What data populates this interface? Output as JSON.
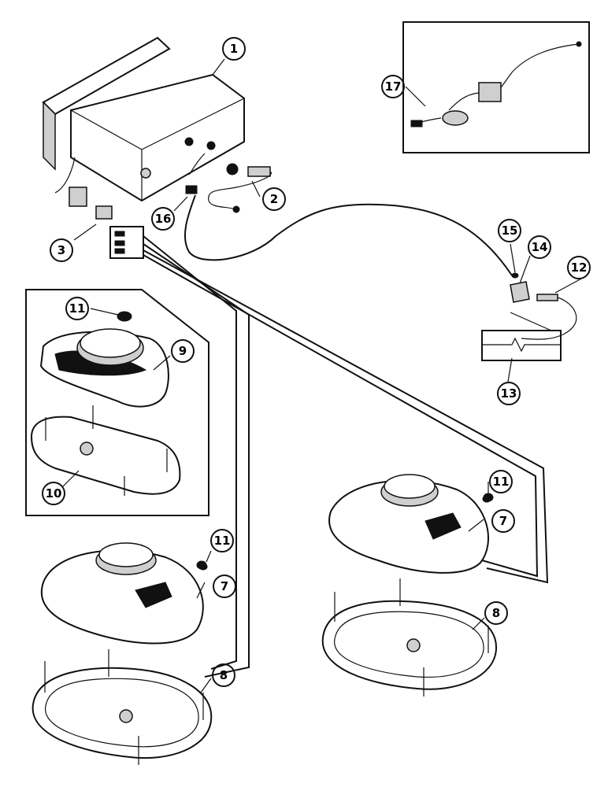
{
  "callouts": [
    {
      "id": "c1",
      "label": "1"
    },
    {
      "id": "c2",
      "label": "2"
    },
    {
      "id": "c3",
      "label": "3"
    },
    {
      "id": "c16",
      "label": "16"
    },
    {
      "id": "c17",
      "label": "17"
    },
    {
      "id": "c15",
      "label": "15"
    },
    {
      "id": "c14",
      "label": "14"
    },
    {
      "id": "c12",
      "label": "12"
    },
    {
      "id": "c13",
      "label": "13"
    },
    {
      "id": "c11a",
      "label": "11"
    },
    {
      "id": "c9",
      "label": "9"
    },
    {
      "id": "c10",
      "label": "10"
    },
    {
      "id": "c11b",
      "label": "11"
    },
    {
      "id": "c7a",
      "label": "7"
    },
    {
      "id": "c11c",
      "label": "11"
    },
    {
      "id": "c7b",
      "label": "7"
    },
    {
      "id": "c8a",
      "label": "8"
    },
    {
      "id": "c8b",
      "label": "8"
    }
  ],
  "colors": {
    "line": "#111111",
    "background": "#ffffff",
    "panel_fill": "#cfcfcf"
  }
}
